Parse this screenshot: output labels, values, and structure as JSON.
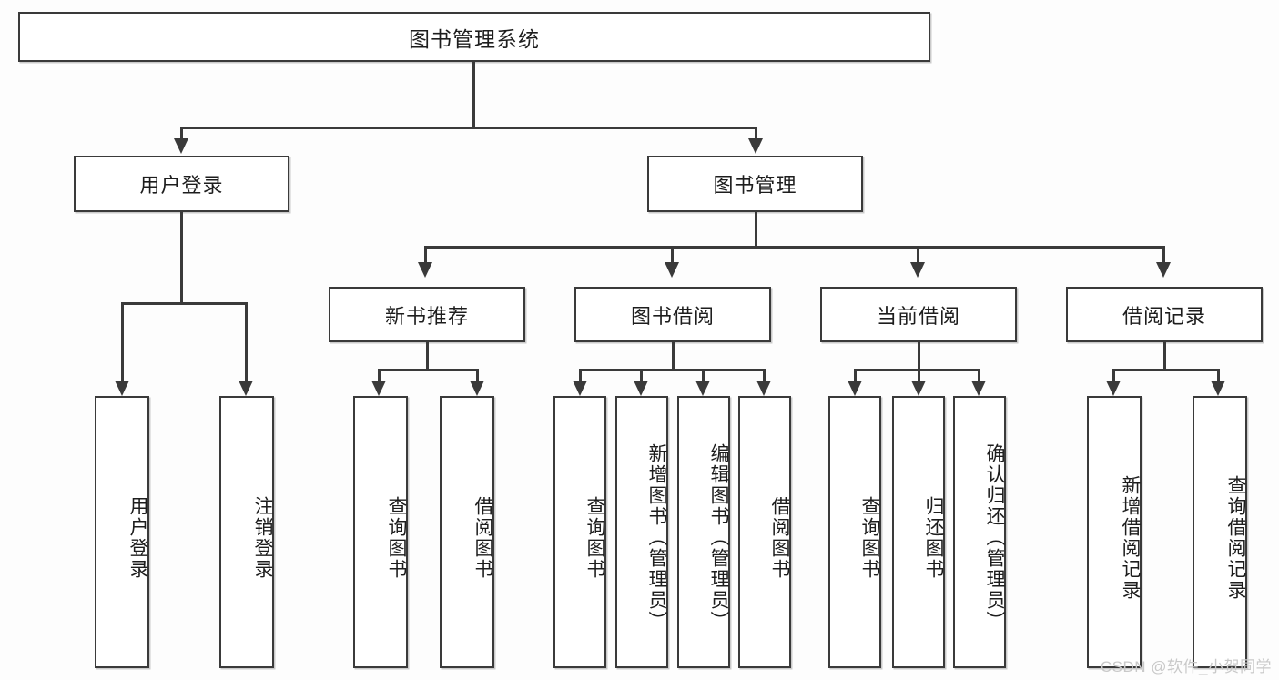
{
  "diagram": {
    "title": "图书管理系统",
    "watermark": "CSDN @软件_小贺同学",
    "colors": {
      "line": "#3a3a3a",
      "box_border": "#3a3a3a",
      "box_fill": "#ffffff",
      "background": "#fdfdfd",
      "text": "#1d1d1d",
      "watermark": "#c9c9c9"
    },
    "root": {
      "label": "图书管理系统"
    },
    "level2": [
      {
        "label": "用户登录"
      },
      {
        "label": "图书管理"
      }
    ],
    "level3": [
      {
        "label": "新书推荐"
      },
      {
        "label": "图书借阅"
      },
      {
        "label": "当前借阅"
      },
      {
        "label": "借阅记录"
      }
    ],
    "leaves": {
      "user_login": [
        {
          "label": "用户登录"
        },
        {
          "label": "注销登录"
        }
      ],
      "new_book": [
        {
          "label": "查询图书"
        },
        {
          "label": "借阅图书"
        }
      ],
      "book_borrow": [
        {
          "label": "查询图书"
        },
        {
          "label": "新增图书（管理员）"
        },
        {
          "label": "编辑图书（管理员）"
        },
        {
          "label": "借阅图书"
        }
      ],
      "current_borrow": [
        {
          "label": "查询图书"
        },
        {
          "label": "归还图书"
        },
        {
          "label": "确认归还（管理员）"
        }
      ],
      "borrow_record": [
        {
          "label": "新增借阅记录"
        },
        {
          "label": "查询借阅记录"
        }
      ]
    }
  }
}
